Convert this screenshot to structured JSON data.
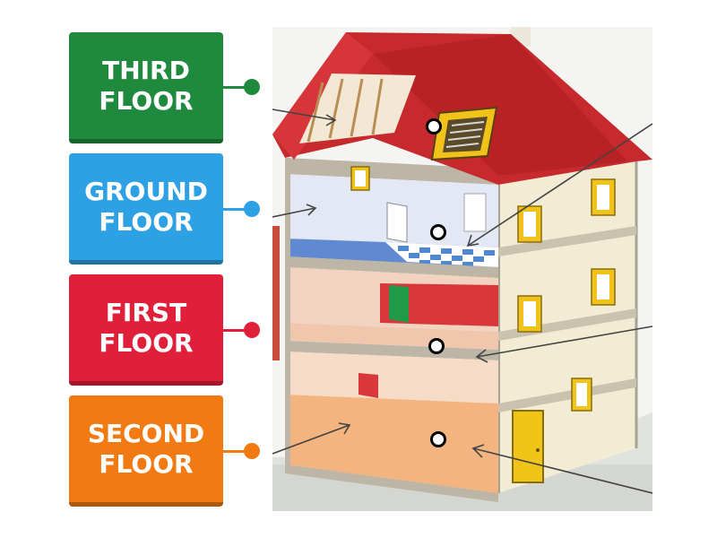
{
  "labels": [
    {
      "text": "THIRD\nFLOOR",
      "color": "#1f8a3e"
    },
    {
      "text": "GROUND\nFLOOR",
      "color": "#2ea0e4"
    },
    {
      "text": "FIRST\nFLOOR",
      "color": "#e0203a"
    },
    {
      "text": "SECOND\nFLOOR",
      "color": "#f27a12"
    }
  ],
  "house": {
    "roof_color": "#c62a2d",
    "wall_color": "#f3ecd5",
    "window_frame_color": "#f1c21a",
    "door_color": "#f0c419",
    "ground_floor_wall": "#e3e8f4",
    "first_floor_wall": "#f2d3c0",
    "second_floor_wall": "#f6dcc6",
    "tile_color": "#4f87d1"
  }
}
